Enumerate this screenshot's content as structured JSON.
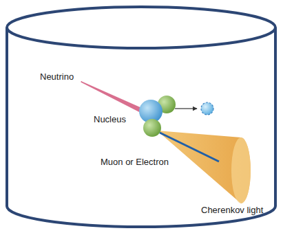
{
  "diagram": {
    "labels": [
      "Neutrino",
      "Nucleus",
      "Muon or Electron",
      "Cherenkov light"
    ]
  }
}
